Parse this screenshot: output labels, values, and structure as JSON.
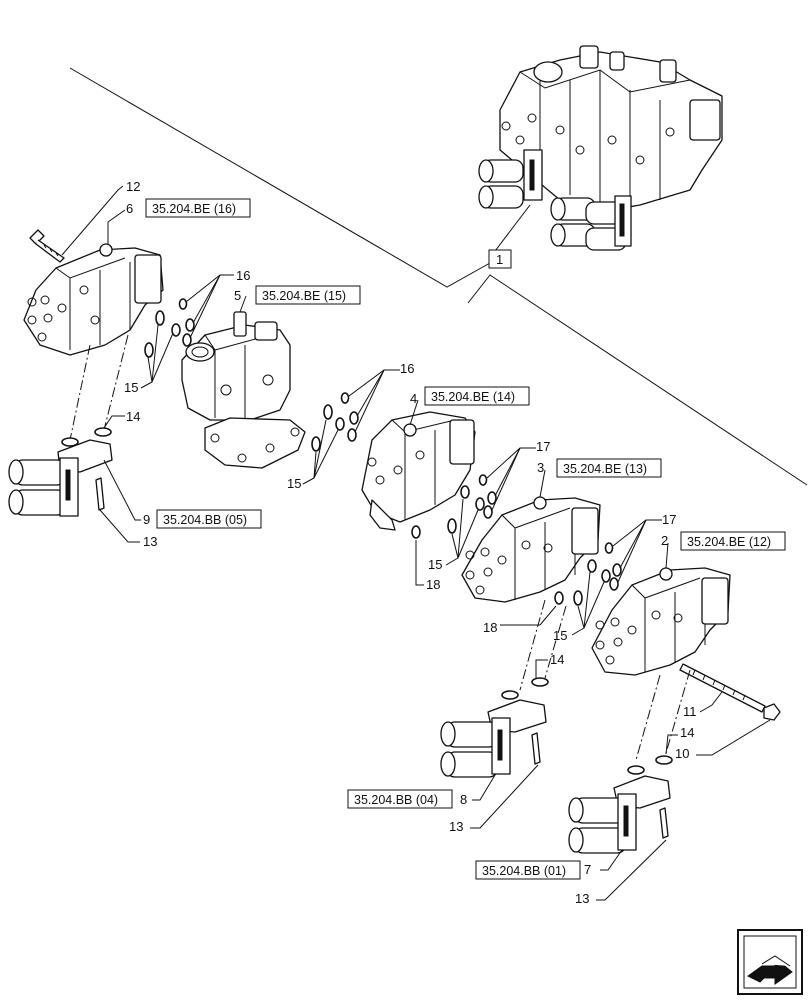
{
  "diagram": {
    "callouts": {
      "c1": "1",
      "c2": "2",
      "c3": "3",
      "c4": "4",
      "c5": "5",
      "c6": "6",
      "c7": "7",
      "c8": "8",
      "c9": "9",
      "c10": "10",
      "c11": "11",
      "c12": "12",
      "c13a": "13",
      "c13b": "13",
      "c13c": "13",
      "c14a": "14",
      "c14b": "14",
      "c14c": "14",
      "c15a": "15",
      "c15b": "15",
      "c15c": "15",
      "c15d": "15",
      "c16a": "16",
      "c16b": "16",
      "c17a": "17",
      "c17b": "17",
      "c18a": "18",
      "c18b": "18"
    },
    "refs": {
      "r16": "35.204.BE (16)",
      "r15": "35.204.BE (15)",
      "r14": "35.204.BE (14)",
      "r13": "35.204.BE (13)",
      "r12": "35.204.BE (12)",
      "r05": "35.204.BB (05)",
      "r04": "35.204.BB (04)",
      "r01": "35.204.BB (01)"
    },
    "icons": {
      "nav": "next-page-arrow-icon"
    }
  }
}
